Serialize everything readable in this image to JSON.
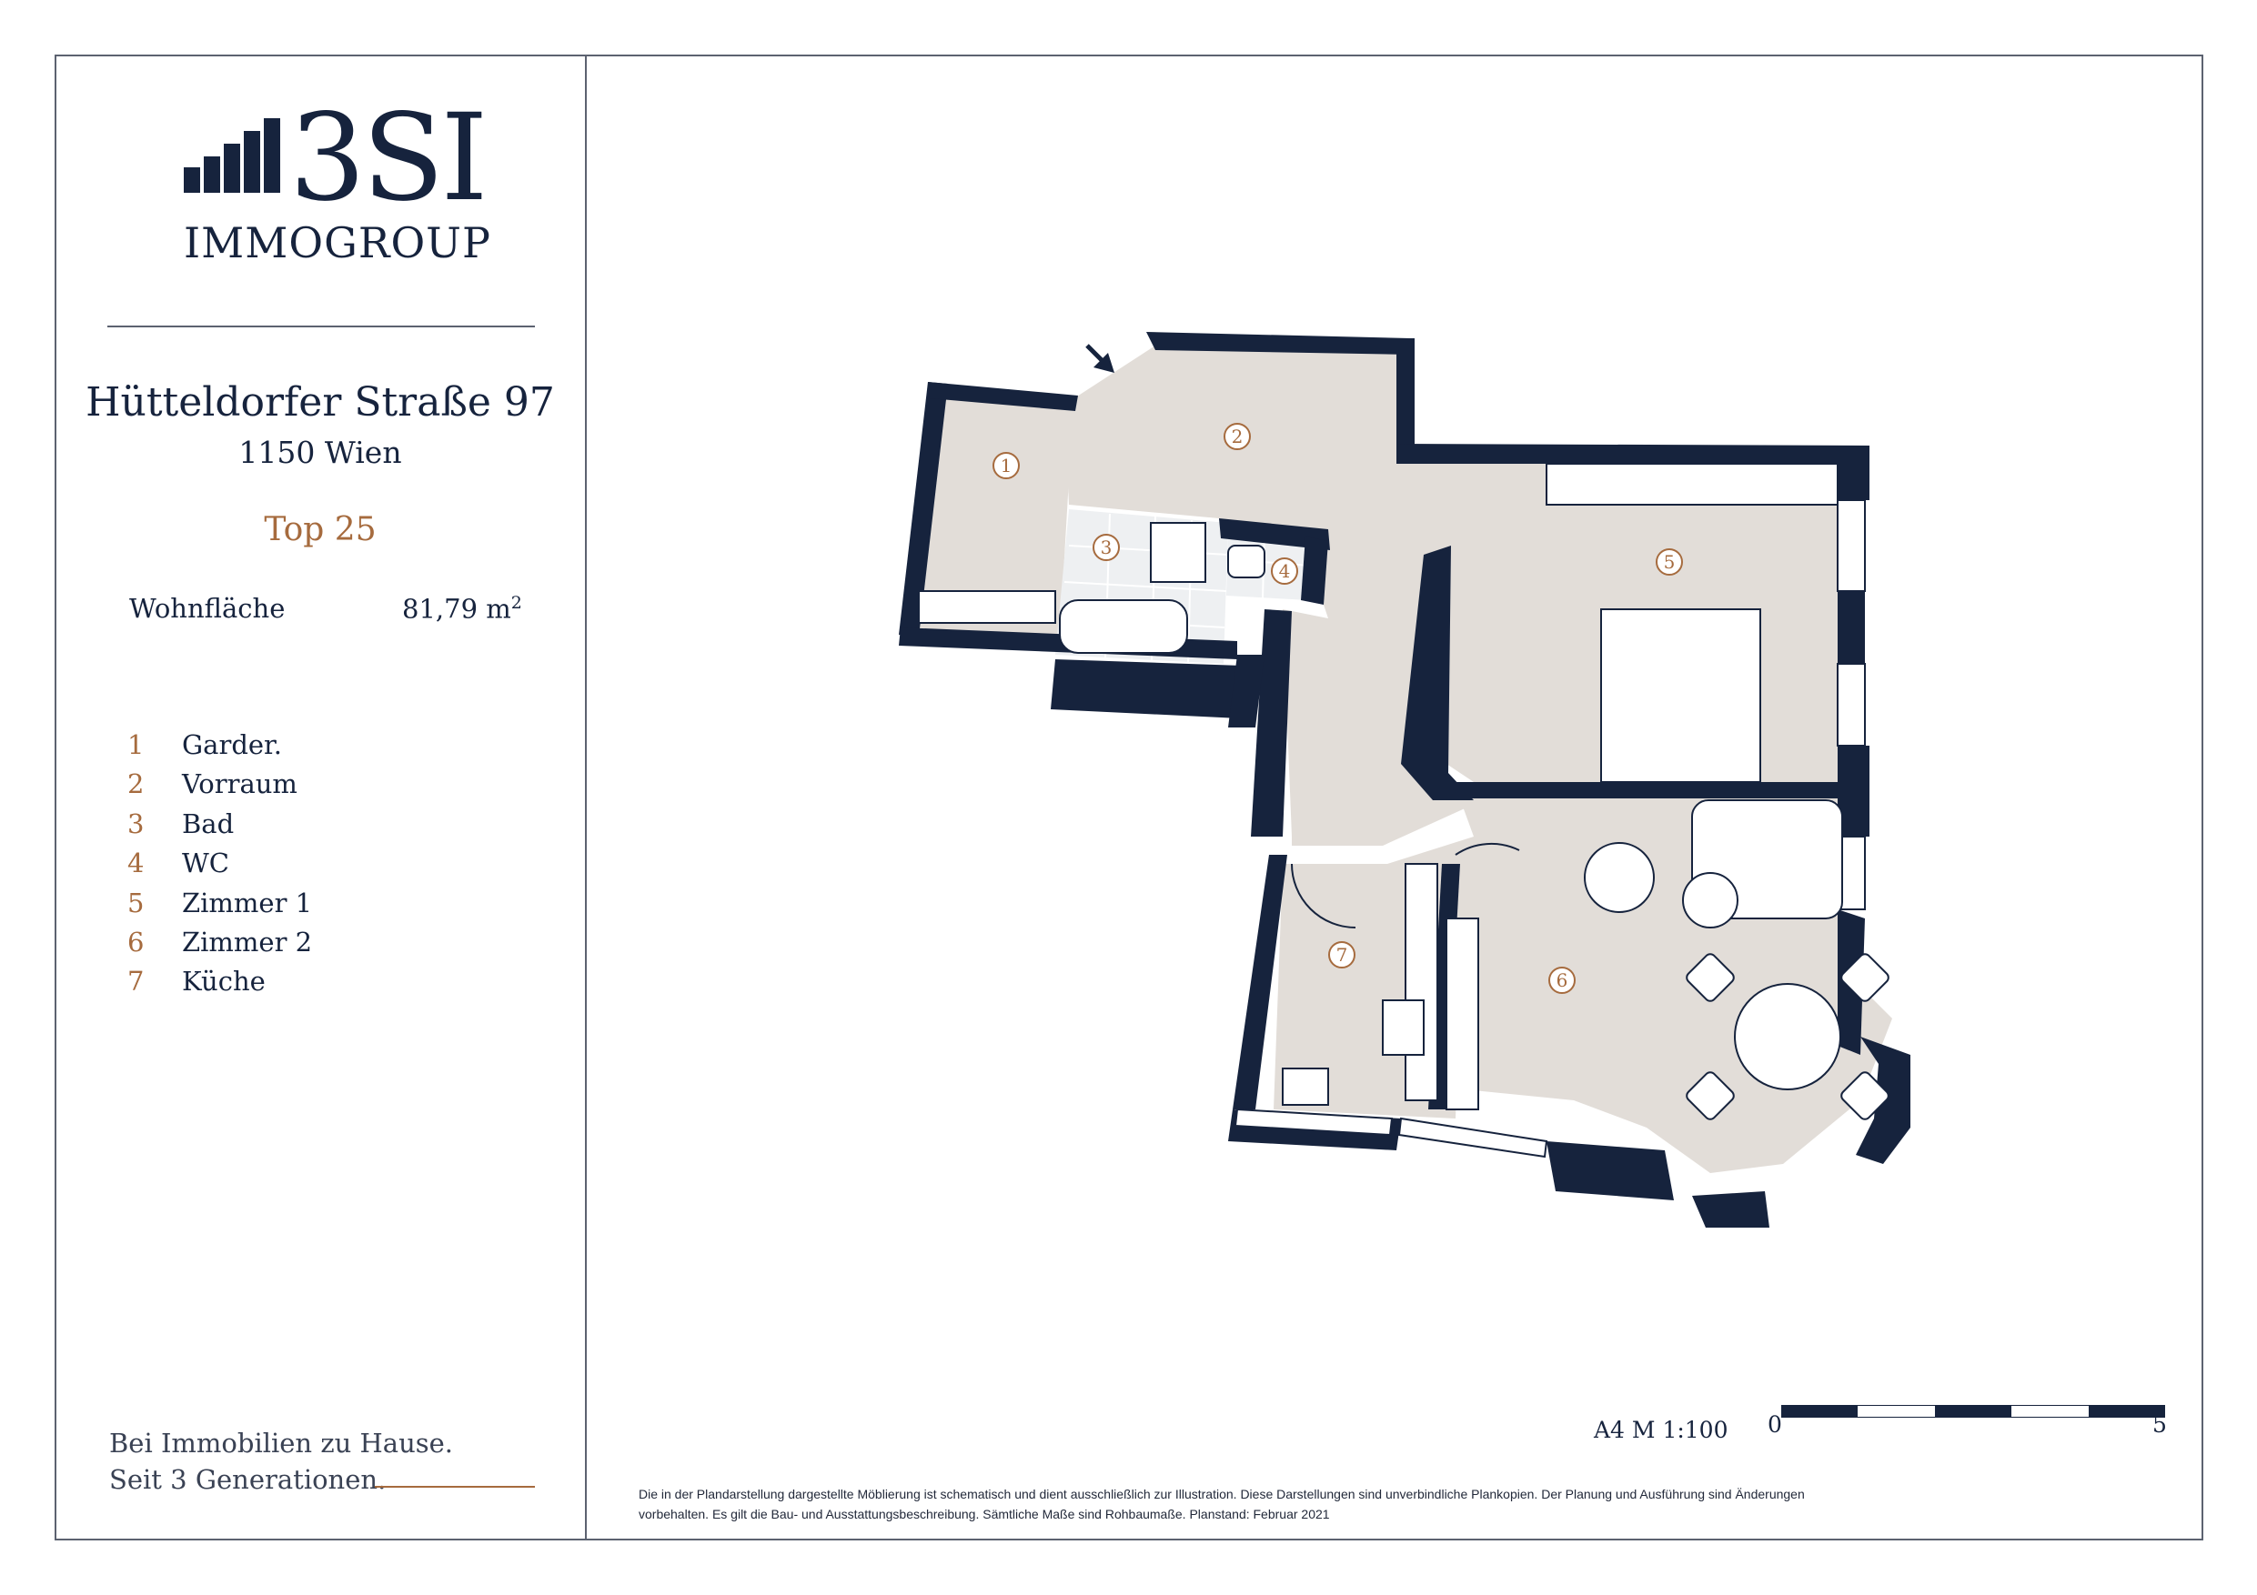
{
  "brand": {
    "name_line1": "3SI",
    "name_line2": "IMMOGROUP",
    "color_primary": "#16233d",
    "color_accent": "#a66b3e"
  },
  "property": {
    "street": "Hütteldorfer Straße 97",
    "city": "1150 Wien",
    "unit": "Top 25",
    "area_label": "Wohnfläche",
    "area_value": "81,79 m",
    "area_unit_sup": "2"
  },
  "legend": [
    {
      "num": "1",
      "name": "Garder."
    },
    {
      "num": "2",
      "name": "Vorraum"
    },
    {
      "num": "3",
      "name": "Bad"
    },
    {
      "num": "4",
      "name": "WC"
    },
    {
      "num": "5",
      "name": "Zimmer 1"
    },
    {
      "num": "6",
      "name": "Zimmer 2"
    },
    {
      "num": "7",
      "name": "Küche"
    }
  ],
  "tagline": {
    "line1": "Bei Immobilien zu Hause.",
    "line2": "Seit 3 Generationen."
  },
  "plan": {
    "room_numbers": [
      "1",
      "2",
      "3",
      "4",
      "5",
      "6",
      "7"
    ],
    "wall_color": "#16233d",
    "floor_color": "#e2ddd8",
    "tile_color": "#f0f1f2"
  },
  "scale": {
    "label": "A4  M 1:100",
    "start": "0",
    "end": "5"
  },
  "disclaimer": "Die in der Plandarstellung dargestellte Möblierung ist schematisch und dient ausschließlich zur Illustration. Diese Darstellungen sind unverbindliche Plankopien. Der Planung und Ausführung sind Änderungen vorbehalten. Es gilt die Bau- und Ausstattungsbeschreibung. Sämtliche Maße sind Rohbaumaße. Planstand: Februar 2021"
}
